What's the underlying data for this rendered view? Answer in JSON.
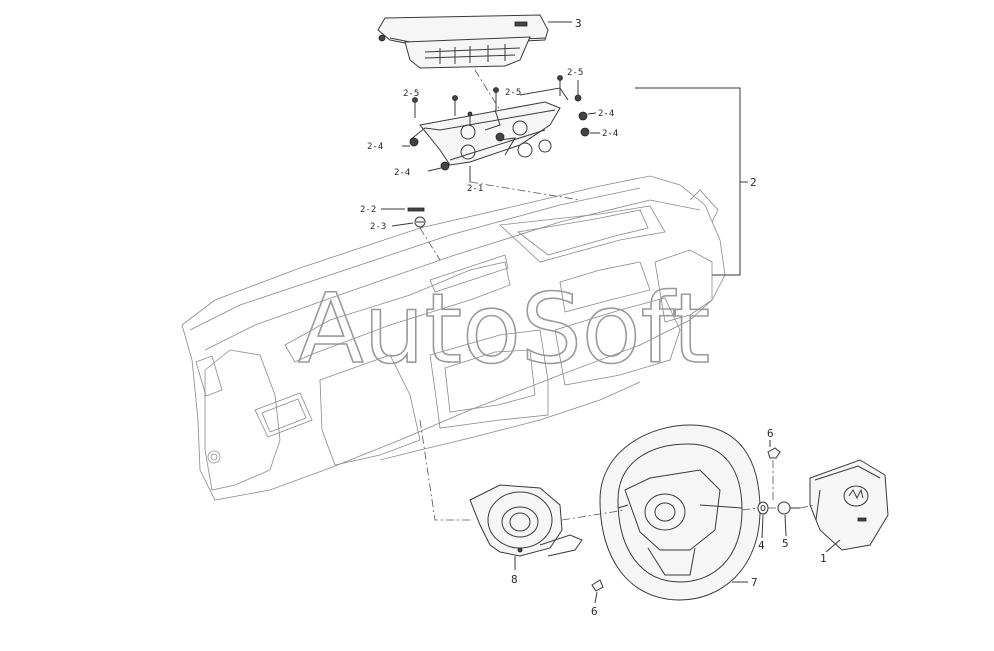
{
  "watermark": "AutoSoft",
  "callouts": {
    "c3": "3",
    "c2": "2",
    "c2_5a": "2-5",
    "c2_5b": "2-5",
    "c2_5c": "2-5",
    "c2_4a": "2-4",
    "c2_4b": "2-4",
    "c2_4c": "2-4",
    "c2_4d": "2-4",
    "c2_1": "2-1",
    "c2_2": "2-2",
    "c2_3": "2-3",
    "c6a": "6",
    "c6b": "6",
    "c4": "4",
    "c5": "5",
    "c1": "1",
    "c7": "7",
    "c8": "8"
  }
}
